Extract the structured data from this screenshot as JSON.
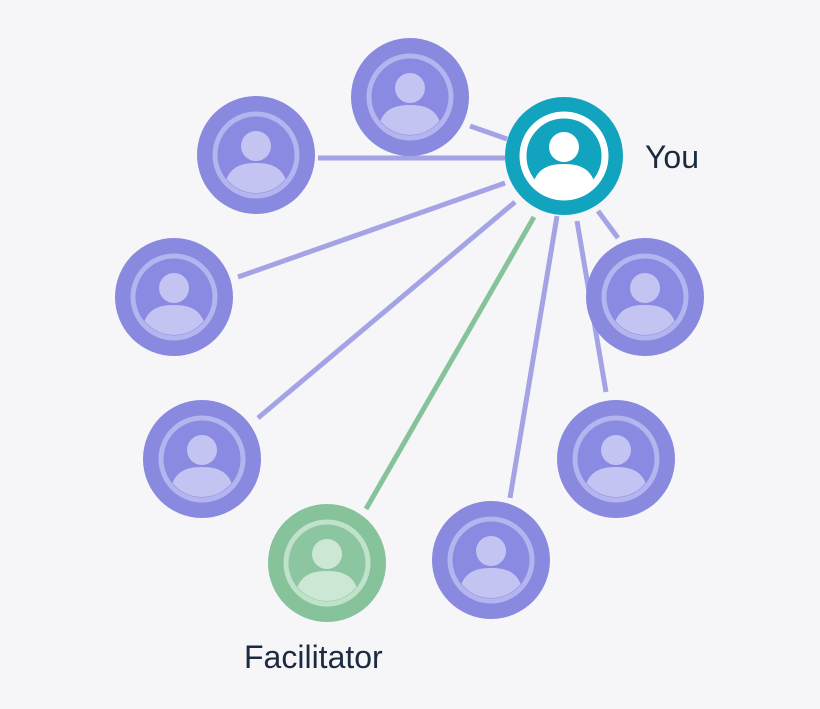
{
  "labels": {
    "you": "You",
    "facilitator": "Facilitator"
  },
  "colors": {
    "background": "#f6f6f8",
    "peer_outer": "#8989e0",
    "peer_ring": "#b4b4ef",
    "peer_inner": "#8a8ae2",
    "peer_figure": "#c4c4f3",
    "peer_line": "#a3a3e6",
    "you_outer": "#12a4bf",
    "you_ring": "#ffffff",
    "you_inner": "#12a4bf",
    "you_figure": "#ffffff",
    "facilitator_outer": "#86c29a",
    "facilitator_ring": "#c0e2cb",
    "facilitator_inner": "#8cc6a0",
    "facilitator_figure": "#cce8d5",
    "facilitator_line": "#86c29a",
    "label_text": "#1c2a40"
  },
  "nodes": [
    {
      "id": "you",
      "role": "you",
      "icon": "person-icon"
    },
    {
      "id": "peer-1",
      "role": "peer",
      "icon": "person-icon"
    },
    {
      "id": "peer-2",
      "role": "peer",
      "icon": "person-icon"
    },
    {
      "id": "peer-3",
      "role": "peer",
      "icon": "person-icon"
    },
    {
      "id": "peer-4",
      "role": "peer",
      "icon": "person-icon"
    },
    {
      "id": "peer-5",
      "role": "peer",
      "icon": "person-icon"
    },
    {
      "id": "peer-6",
      "role": "peer",
      "icon": "person-icon"
    },
    {
      "id": "peer-7",
      "role": "peer",
      "icon": "person-icon"
    },
    {
      "id": "facilitator",
      "role": "facilitator",
      "icon": "person-icon"
    }
  ],
  "edges": [
    {
      "from": "you",
      "to": "peer-1",
      "type": "peer"
    },
    {
      "from": "you",
      "to": "peer-2",
      "type": "peer"
    },
    {
      "from": "you",
      "to": "peer-3",
      "type": "peer"
    },
    {
      "from": "you",
      "to": "peer-4",
      "type": "peer"
    },
    {
      "from": "you",
      "to": "peer-5",
      "type": "peer"
    },
    {
      "from": "you",
      "to": "peer-6",
      "type": "peer"
    },
    {
      "from": "you",
      "to": "peer-7",
      "type": "peer"
    },
    {
      "from": "you",
      "to": "facilitator",
      "type": "facilitator"
    }
  ]
}
